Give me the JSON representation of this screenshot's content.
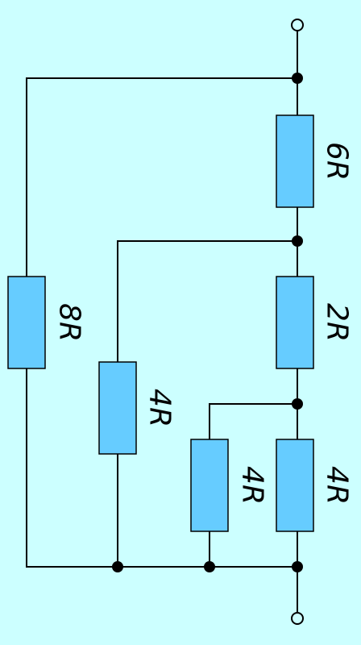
{
  "diagram": {
    "colors": {
      "background": "#ccffff",
      "resistor_fill": "#66ccff",
      "line": "#000000"
    },
    "resistors": [
      {
        "id": "r-6r",
        "label": "6R"
      },
      {
        "id": "r-2r",
        "label": "2R"
      },
      {
        "id": "r-4r-right",
        "label": "4R"
      },
      {
        "id": "r-4r-inner",
        "label": "4R"
      },
      {
        "id": "r-4r-middle",
        "label": "4R"
      },
      {
        "id": "r-8r",
        "label": "8R"
      }
    ]
  }
}
